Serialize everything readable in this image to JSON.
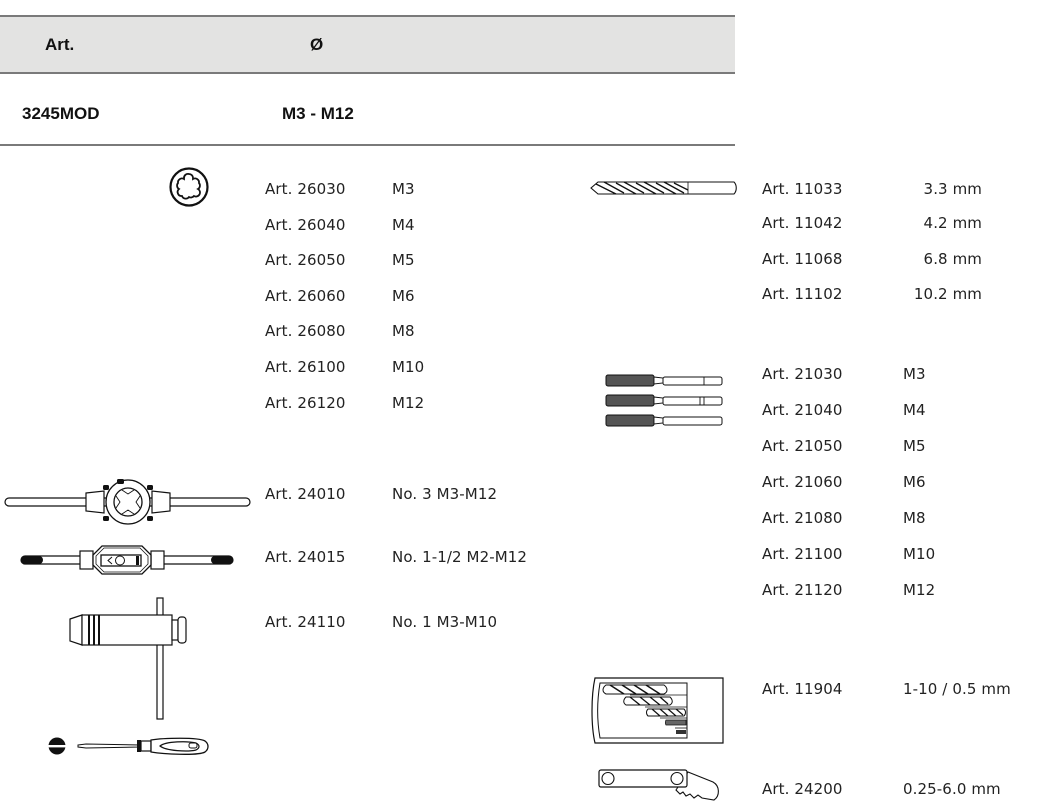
{
  "header": {
    "col_art": "Art.",
    "col_diameter": "Ø",
    "set_art": "3245MOD",
    "set_range": "M3 - M12"
  },
  "dies": {
    "icon": "round-die-icon",
    "items": [
      {
        "art": "Art. 26030",
        "size": "M3"
      },
      {
        "art": "Art. 26040",
        "size": "M4"
      },
      {
        "art": "Art. 26050",
        "size": "M5"
      },
      {
        "art": "Art. 26060",
        "size": "M6"
      },
      {
        "art": "Art. 26080",
        "size": "M8"
      },
      {
        "art": "Art. 26100",
        "size": "M10"
      },
      {
        "art": "Art. 26120",
        "size": "M12"
      }
    ]
  },
  "holders": [
    {
      "icon": "die-stock-icon",
      "art": "Art. 24010",
      "desc": "No. 3   M3-M12"
    },
    {
      "icon": "tap-wrench-icon",
      "art": "Art. 24015",
      "desc": "No. 1-1/2  M2-M12"
    },
    {
      "icon": "t-handle-tap-wrench-icon",
      "art": "Art. 24110",
      "desc": "No. 1   M3-M10"
    }
  ],
  "screwdriver": {
    "icon": "screwdriver-icon"
  },
  "drills": {
    "icon": "twist-drill-icon",
    "items": [
      {
        "art": "Art. 11033",
        "size": "3.3 mm"
      },
      {
        "art": "Art. 11042",
        "size": "4.2 mm"
      },
      {
        "art": "Art. 11068",
        "size": "6.8 mm"
      },
      {
        "art": "Art. 11102",
        "size": "10.2 mm"
      }
    ]
  },
  "taps": {
    "icon": "hand-taps-icon",
    "items": [
      {
        "art": "Art. 21030",
        "size": "M3"
      },
      {
        "art": "Art. 21040",
        "size": "M4"
      },
      {
        "art": "Art. 21050",
        "size": "M5"
      },
      {
        "art": "Art. 21060",
        "size": "M6"
      },
      {
        "art": "Art. 21080",
        "size": "M8"
      },
      {
        "art": "Art. 21100",
        "size": "M10"
      },
      {
        "art": "Art. 21120",
        "size": "M12"
      }
    ]
  },
  "drill_gauge": {
    "icon": "drill-gauge-icon",
    "art": "Art. 11904",
    "desc": "1-10 / 0.5 mm"
  },
  "thread_gauge": {
    "icon": "thread-pitch-gauge-icon",
    "art": "Art. 24200",
    "desc": "0.25-6.0 mm"
  }
}
